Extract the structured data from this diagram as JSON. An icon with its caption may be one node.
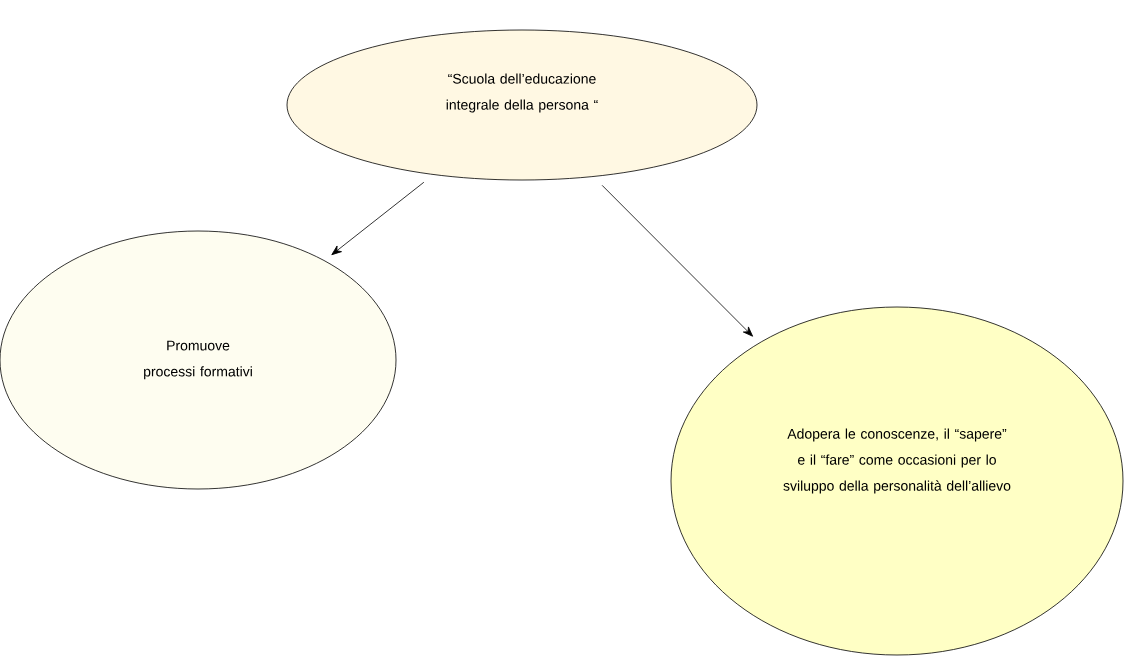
{
  "diagram": {
    "nodes": [
      {
        "text": [
          "“Scuola dell’educazione integrale della persona “"
        ]
      },
      {
        "text": [
          "Promuove processi formativi"
        ]
      },
      {
        "text": [
          "Adopera le conoscenze, il “sapere” e il “fare” come occasioni per lo sviluppo della personalità dell’allievo"
        ]
      }
    ],
    "edges": [
      {
        "from": 0,
        "to": 1,
        "arrow": "to"
      },
      {
        "from": 0,
        "to": 2,
        "arrow": "to"
      }
    ]
  }
}
